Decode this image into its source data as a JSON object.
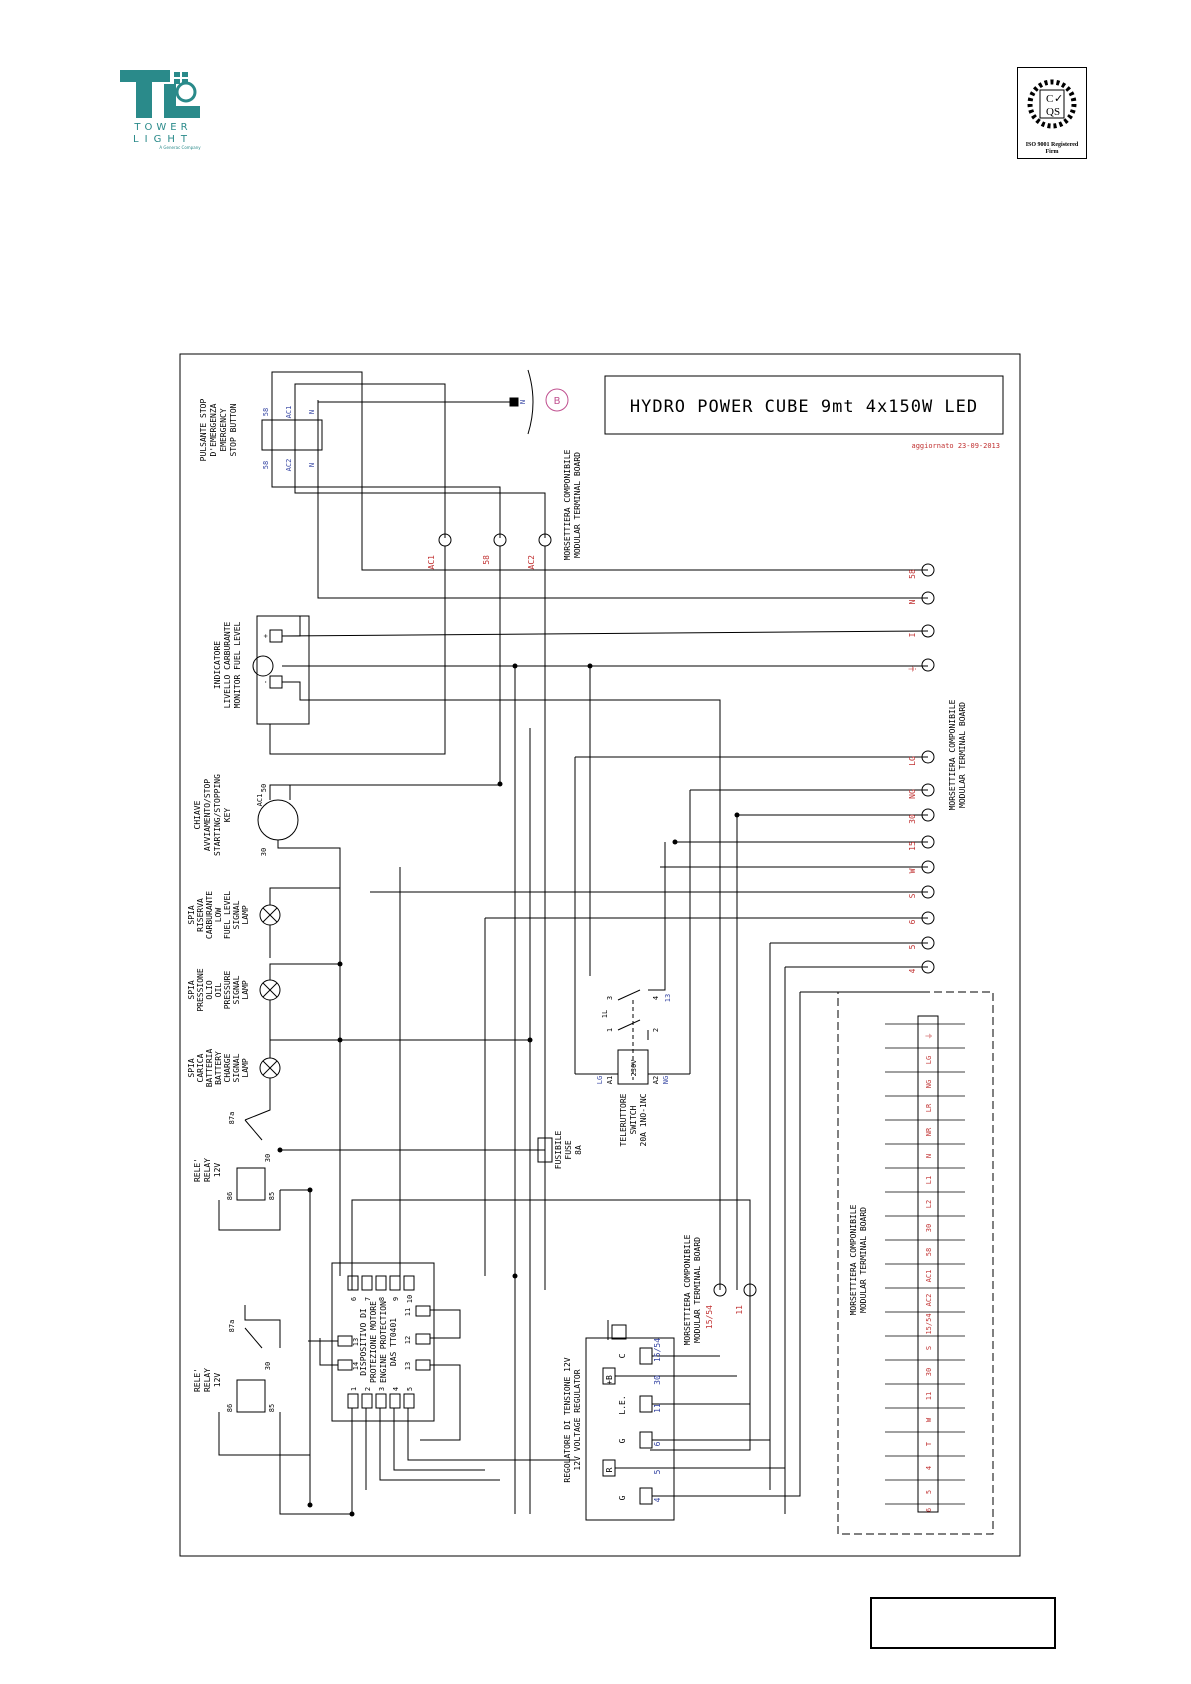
{
  "brand": {
    "name_line1": "TOWER",
    "name_line2": "LIGHT",
    "tagline": "A Generac Company",
    "mark": "TL",
    "color": "#2a8a8a"
  },
  "certification": {
    "seal": "CQS",
    "caption_line1": "ISO 9001 Registered",
    "caption_line2": "Firm"
  },
  "diagram": {
    "title": "HYDRO POWER CUBE 9mt 4x150W LED",
    "updated": "aggiornato 23-09-2013",
    "connector_b": "B",
    "connector_n": "N",
    "stop_button": {
      "lines": [
        "PULSANTE STOP",
        "D'EMERGENZA",
        "EMERGENCY",
        "STOP BUTTON"
      ],
      "pins": [
        "58",
        "AC1",
        "N",
        "58",
        "AC2",
        "N"
      ]
    },
    "modular_board_top": [
      "MORSETTIERA COMPONIBILE",
      "MODULAR TERMINAL BOARD"
    ],
    "modular_board_right": [
      "MORSETTIERA COMPONIBILE",
      "MODULAR TERMINAL BOARD"
    ],
    "modular_board_mid": [
      "MORSETTIERA COMPONIBILE",
      "MODULAR TERMINAL BOARD"
    ],
    "modular_board_dashed": [
      "MORSETTIERA COMPONIBILE",
      "MODULAR TERMINAL BOARD"
    ],
    "top_terminals": [
      "AC1",
      "58",
      "AC2"
    ],
    "right_terminals": [
      "58",
      "N",
      "I",
      "⏚",
      "LG",
      "NG",
      "30",
      "15",
      "W",
      "S",
      "6",
      "5",
      "4"
    ],
    "fuel_level": {
      "lines": [
        "INDICATORE",
        "LIVELLO CARBURANTE",
        "MONITOR FUEL LEVEL"
      ],
      "pins": [
        "+",
        "-"
      ]
    },
    "key": {
      "lines": [
        "CHIAVE",
        "AVVIAMENTO/STOP",
        "STARTING/STOPPING",
        "KEY"
      ],
      "pins": [
        "AC1",
        "50",
        "30"
      ]
    },
    "lamp_fuel": {
      "lines": [
        "SPIA",
        "RISERVA",
        "CARBURANTE",
        "LOW",
        "FUEL LEVEL",
        "SIGNAL",
        "LAMP"
      ]
    },
    "lamp_oil": {
      "lines": [
        "SPIA",
        "PRESSIONE",
        "OLIO",
        "OIL",
        "PRESSURE",
        "SIGNAL",
        "LAMP"
      ]
    },
    "lamp_battery": {
      "lines": [
        "SPIA",
        "CARICA",
        "BATTERIA",
        "BATTERY",
        "CHARGE",
        "SIGNAL",
        "LAMP"
      ]
    },
    "relay1": {
      "lines": [
        "RELE'",
        "RELAY",
        "12V"
      ],
      "pins": [
        "87a",
        "30",
        "86",
        "85"
      ]
    },
    "relay2": {
      "lines": [
        "RELE'",
        "RELAY",
        "12V"
      ],
      "pins": [
        "87a",
        "30",
        "86",
        "85"
      ]
    },
    "fuse": {
      "lines": [
        "FUSIBILE",
        "FUSE",
        "8A"
      ]
    },
    "teleswitch": {
      "lines": [
        "TELERUTTORE",
        "SWITCH",
        "20A 1NO-1NC"
      ],
      "pins": [
        "3",
        "4",
        "1",
        "2",
        "A1",
        "A2",
        "LG",
        "NG",
        "230V",
        "1L",
        "13"
      ]
    },
    "protection": {
      "lines": [
        "DISPOSITIVO DI",
        "PROTEZIONE MOTORE",
        "ENGINE PROTECTION",
        "DAS TT0401"
      ],
      "top_pins": [
        "6",
        "7",
        "8",
        "9",
        "10"
      ],
      "bottom_pins": [
        "1",
        "2",
        "3",
        "4",
        "5"
      ],
      "left_pins": [
        "13",
        "14"
      ],
      "right_pins": [
        "11",
        "12",
        "13"
      ]
    },
    "regulator": {
      "lines": [
        "REGOLATORE DI TENSIONE 12V",
        "12V VOLTAGE REGULATOR"
      ],
      "pins": [
        "C",
        "+B",
        "L.E.",
        "G",
        "R",
        "G"
      ],
      "wires": [
        "15/54",
        "30",
        "11",
        "6",
        "5",
        "4"
      ]
    },
    "mid_terminals": [
      "15/54",
      "11"
    ],
    "dashed_board_labels": [
      "⏚",
      "LG",
      "NG",
      "LR",
      "NR",
      "N",
      "L1",
      "L2",
      "30",
      "58",
      "AC1",
      "AC2",
      "15/54",
      "S",
      "30",
      "11",
      "W",
      "T",
      "4",
      "5",
      "6"
    ]
  }
}
